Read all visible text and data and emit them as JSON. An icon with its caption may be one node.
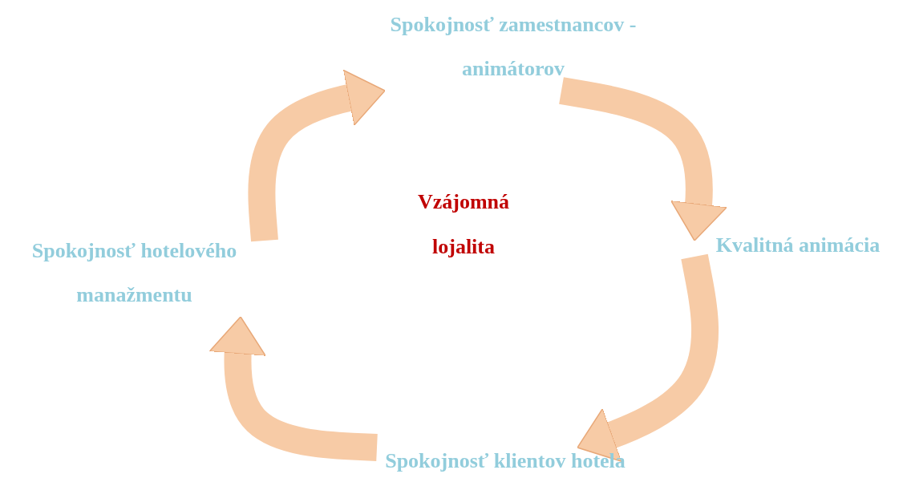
{
  "diagram": {
    "nodes": [
      {
        "text": [
          "Spokojnosť zamestnancov - animátorov"
        ]
      },
      {
        "text": [
          "Kvalitná animácia"
        ]
      },
      {
        "text": [
          "Spokojnosť klientov hotela"
        ]
      },
      {
        "text": [
          "Spokojnosť hotelového manažmentu"
        ]
      }
    ],
    "edges": [
      {
        "from": 0,
        "to": 1,
        "arrow": "to"
      },
      {
        "from": 1,
        "to": 2,
        "arrow": "to"
      },
      {
        "from": 2,
        "to": 3,
        "arrow": "to"
      },
      {
        "from": 3,
        "to": 0,
        "arrow": "to"
      }
    ],
    "labels": [
      "Vzájomná lojalita"
    ]
  }
}
